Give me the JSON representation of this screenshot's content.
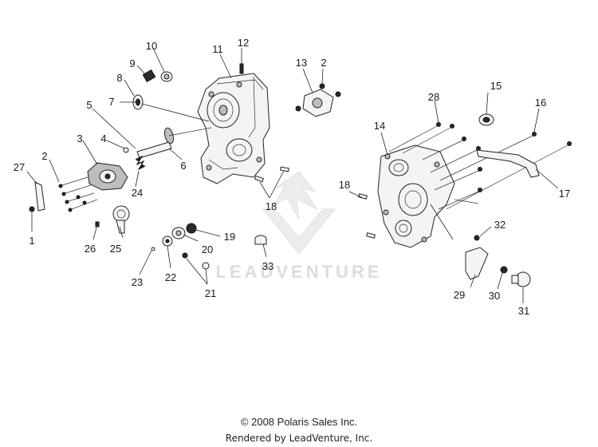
{
  "callouts": {
    "c1": "1",
    "c2a": "2",
    "c2b": "2",
    "c3": "3",
    "c4": "4",
    "c5": "5",
    "c6": "6",
    "c7": "7",
    "c8": "8",
    "c9": "9",
    "c10": "10",
    "c11": "11",
    "c12": "12",
    "c13": "13",
    "c14": "14",
    "c15": "15",
    "c16": "16",
    "c17": "17",
    "c18a": "18",
    "c18b": "18",
    "c19": "19",
    "c20": "20",
    "c21": "21",
    "c22": "22",
    "c23": "23",
    "c24": "24",
    "c25": "25",
    "c26": "26",
    "c27": "27",
    "c28": "28",
    "c29": "29",
    "c30": "30",
    "c31": "31",
    "c32": "32",
    "c33": "33"
  },
  "watermark": "LEADVENTURE",
  "footer": {
    "copyright": "© 2008 Polaris Sales Inc.",
    "rendered_by": "Rendered by LeadVenture, Inc."
  }
}
